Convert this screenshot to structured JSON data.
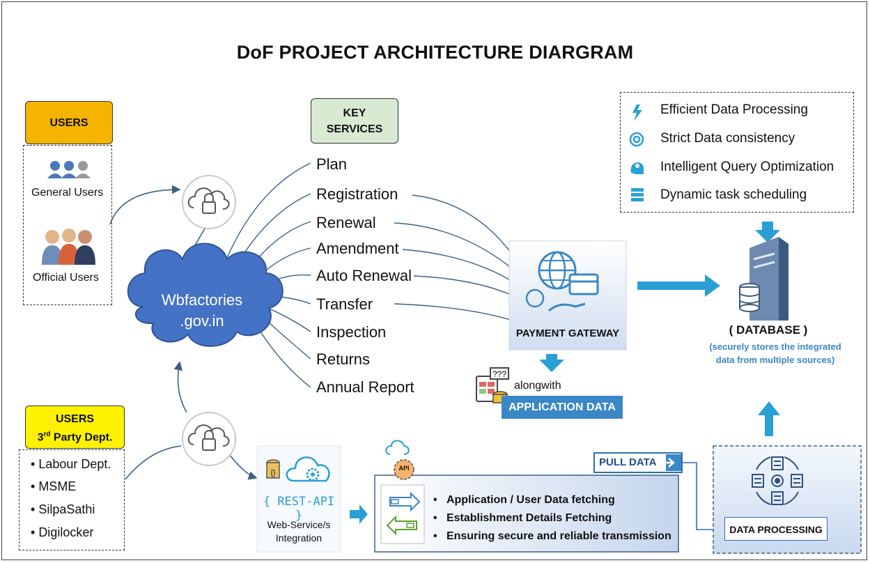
{
  "title": "DoF PROJECT ARCHITECTURE DIARGRAM",
  "users": {
    "header": "USERS",
    "general": "General Users",
    "official": "Official Users"
  },
  "third_party": {
    "header_line1": "USERS",
    "header_line2_main": "3",
    "header_line2_sup": "rd",
    "header_line2_rest": " Party Dept.",
    "depts": [
      "Labour Dept.",
      "MSME",
      "SilpaSathi",
      "Digilocker"
    ]
  },
  "portal": {
    "line1": "Wbfactories",
    "line2": ".gov.in"
  },
  "key_services": {
    "header_line1": "KEY",
    "header_line2": "SERVICES",
    "items": [
      "Plan",
      "Registration",
      "Renewal",
      "Amendment",
      "Auto Renewal",
      "Transfer",
      "Inspection",
      "Returns",
      "Annual Report"
    ]
  },
  "payment": {
    "label": "PAYMENT GATEWAY",
    "alongwith": "alongwith",
    "app_data": "APPLICATION DATA"
  },
  "features": [
    "Efficient Data Processing",
    "Strict Data consistency",
    "Intelligent Query Optimization",
    "Dynamic task scheduling"
  ],
  "database": {
    "label": "( DATABASE )",
    "desc_line1": "(securely stores the integrated",
    "desc_line2": "data from multiple sources)"
  },
  "webservice": {
    "rest": "{ REST-API }",
    "line1": "Web-Service/s",
    "line2": "Integration"
  },
  "api": {
    "badge": "API",
    "pull": "PULL DATA",
    "bullets": [
      "Application / User Data fetching",
      "Establishment Details Fetching",
      "Ensuring secure and reliable transmission"
    ]
  },
  "data_processing": "DATA PROCESSING",
  "colors": {
    "users_header": "#f5b400",
    "third_party_header": "#fff200",
    "key_services_header": "#d9ead3",
    "cloud": "#4472c4",
    "accent_blue": "#2a9fd6",
    "label_blue": "#3a87c6"
  }
}
